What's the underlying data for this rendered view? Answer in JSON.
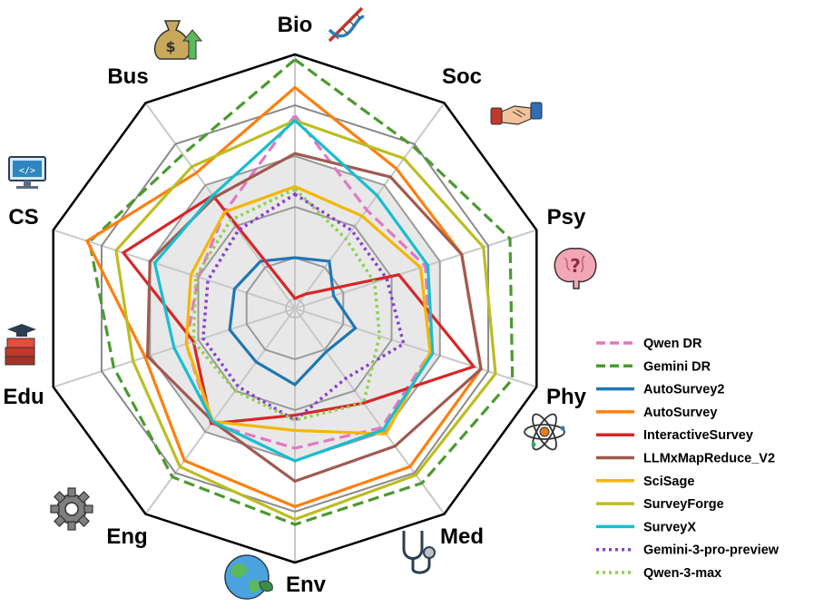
{
  "chart_data": {
    "type": "radar",
    "categories": [
      "Bio",
      "Soc",
      "Psy",
      "Phy",
      "Med",
      "Env",
      "Eng",
      "Edu",
      "CS",
      "Bus"
    ],
    "rmax": 100,
    "rings": 5,
    "grid": true,
    "legend_position": "bottom-right",
    "series": [
      {
        "name": "Qwen DR",
        "color": "#e377c2",
        "dash": "dashed",
        "values": [
          76,
          48,
          54,
          56,
          58,
          55,
          56,
          45,
          40,
          47
        ]
      },
      {
        "name": "Gemini DR",
        "color": "#4a9a2e",
        "dash": "dashed",
        "values": [
          98,
          79,
          89,
          90,
          85,
          85,
          82,
          75,
          85,
          75
        ]
      },
      {
        "name": "AutoSurvey2",
        "color": "#1f77b4",
        "dash": "solid",
        "values": [
          20,
          23,
          16,
          25,
          21,
          30,
          26,
          27,
          25,
          23
        ]
      },
      {
        "name": "AutoSurvey",
        "color": "#ff7f0e",
        "dash": "solid",
        "values": [
          87,
          68,
          69,
          77,
          77,
          78,
          74,
          62,
          86,
          66
        ]
      },
      {
        "name": "InteractiveSurvey",
        "color": "#d62728",
        "dash": "solid",
        "values": [
          4,
          7,
          43,
          74,
          46,
          42,
          56,
          42,
          71,
          55
        ]
      },
      {
        "name": "LLMxMapReduce_V2",
        "color": "#a05a50",
        "dash": "solid",
        "values": [
          61,
          64,
          69,
          77,
          67,
          68,
          55,
          61,
          60,
          54
        ]
      },
      {
        "name": "SciSage",
        "color": "#f2b705",
        "dash": "solid",
        "values": [
          48,
          45,
          52,
          56,
          61,
          48,
          55,
          45,
          43,
          47
        ]
      },
      {
        "name": "SurveyForge",
        "color": "#bcbd22",
        "dash": "solid",
        "values": [
          74,
          73,
          78,
          83,
          81,
          83,
          77,
          67,
          74,
          69
        ]
      },
      {
        "name": "SurveyX",
        "color": "#17becf",
        "dash": "solid",
        "values": [
          74,
          55,
          55,
          57,
          59,
          60,
          55,
          50,
          58,
          55
        ]
      },
      {
        "name": "Gemini-3-pro-preview",
        "color": "#8a3fd1",
        "dash": "dotted",
        "values": [
          45,
          38,
          38,
          45,
          34,
          44,
          38,
          38,
          36,
          38
        ]
      },
      {
        "name": "Qwen-3-max",
        "color": "#8fd14f",
        "dash": "dotted",
        "values": [
          47,
          34,
          33,
          35,
          46,
          44,
          40,
          42,
          41,
          43
        ]
      }
    ]
  },
  "icons": [
    "dna-icon",
    "handshake-icon",
    "brain-icon",
    "atom-icon",
    "stethoscope-icon",
    "globe-icon",
    "gear-icon",
    "books-icon",
    "monitor-icon",
    "money-bag-icon"
  ]
}
